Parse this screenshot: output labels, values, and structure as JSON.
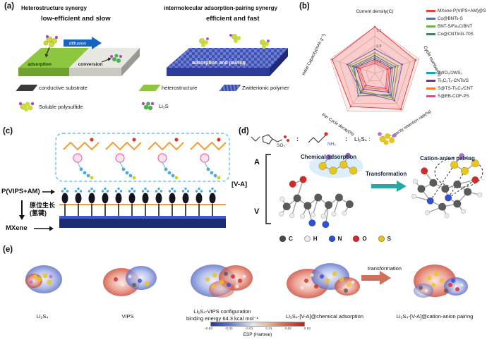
{
  "figure": {
    "panel_labels": {
      "a": "(a)",
      "b": "(b)",
      "c": "(c)",
      "d": "(d)",
      "e": "(e)"
    }
  },
  "panels": {
    "a": {
      "left": {
        "title": "Heterostructure synergy",
        "subtitle": "low-efficient and slow",
        "arrow_label": "diffusion",
        "label_adsorption": "adsorption",
        "label_conversion": "conversion"
      },
      "right": {
        "title": "intermolecular adsorption-pairing synergy",
        "subtitle": "efficient and fast",
        "surface_label": "adsorption and pairing"
      },
      "legend": [
        {
          "label": "conductive substrate"
        },
        {
          "label": "heterostructure"
        },
        {
          "label": "Zwitterionic polymer"
        },
        {
          "label": "Soluble polysulfide"
        },
        {
          "label": "Li₂S"
        }
      ]
    },
    "c": {
      "polymer_label": "P(VIPS+AM)",
      "growth_line1": "原位生长",
      "growth_line2": "(氢键)",
      "substrate_label": "MXene"
    },
    "d": {
      "monomer1_label": "SO₃⁻",
      "monomer2_label": "NH₂",
      "colon": ":",
      "li2s4_label": "Li₂S₄ :",
      "copolymer_label": "[V-A]",
      "unit_a": "A",
      "unit_v": "V",
      "chemical_adsorption": "Chemical adsorption",
      "transformation": "Transformation",
      "cation_anion_pairing": "Cation-anion pairing",
      "atoms": [
        {
          "symbol": "C",
          "color": "#4a4a4a"
        },
        {
          "symbol": "H",
          "color": "#ececec"
        },
        {
          "symbol": "N",
          "color": "#2e4fd8"
        },
        {
          "symbol": "O",
          "color": "#d42a2a"
        },
        {
          "symbol": "S",
          "color": "#e8c61c"
        }
      ]
    },
    "e": {
      "items": [
        {
          "label": "Li₂S₄"
        },
        {
          "label": "VIPS"
        },
        {
          "label": "Li₂S₄-VIPS configuration",
          "label2": "binding energy 64.3 kcal mol⁻¹"
        },
        {
          "label": "Li₂S₄-[V-A]@chemical adsorption"
        },
        {
          "label": "Li₂S₄-[V-A]@cation-anion pairing"
        }
      ],
      "transformation": "transformation",
      "colorbar": {
        "title": "ESP (Hartree)",
        "ticks": [
          "-0.63",
          "-0.32",
          "-0.01",
          "0.31",
          "0.62",
          "0.93"
        ],
        "left_color": "#2b3a9e",
        "right_color": "#c22218"
      }
    }
  },
  "chart_data": {
    "type": "radar",
    "axes": [
      "Current density(C)",
      "Cycle number(n)",
      "Capacity retention rate(%)",
      "Per Cycle decay(%)",
      "Initial Capacity(mAh g⁻¹)"
    ],
    "radial_ticks": [
      "0.4",
      "0.8",
      "1.2"
    ],
    "levels": 5,
    "legend_position": "right",
    "grid": true,
    "series": [
      {
        "name": "MXene-P(VIPS+AM)@S",
        "color": "#e8413c",
        "fill": true,
        "values": [
          1.0,
          0.92,
          0.95,
          0.88,
          0.96
        ]
      },
      {
        "name": "Co@BNTs-S",
        "color": "#4472c4",
        "values": [
          0.52,
          0.62,
          0.72,
          0.5,
          0.62
        ]
      },
      {
        "name": "BNT-S/Fe₃C/BNT",
        "color": "#70ad47",
        "values": [
          0.44,
          0.52,
          0.66,
          0.46,
          0.56
        ]
      },
      {
        "name": "Co@CNTInG-70S",
        "color": "#2e8b74",
        "values": [
          0.38,
          0.46,
          0.6,
          0.52,
          0.5
        ]
      },
      {
        "name": "3WO₃/1WS₂",
        "color": "#17a2b8",
        "values": [
          0.34,
          0.4,
          0.56,
          0.6,
          0.46
        ]
      },
      {
        "name": "Ti₃C₂Tₓ-CNTs/S",
        "color": "#7030a0",
        "values": [
          0.3,
          0.36,
          0.5,
          0.42,
          0.42
        ]
      },
      {
        "name": "S@TS-Ti₃C₂/CNT",
        "color": "#ed7d31",
        "values": [
          0.26,
          0.32,
          0.46,
          0.36,
          0.38
        ]
      },
      {
        "name": "S@EB-COF-PS",
        "color": "#e84393",
        "values": [
          0.22,
          0.28,
          0.4,
          0.32,
          0.34
        ]
      }
    ]
  }
}
